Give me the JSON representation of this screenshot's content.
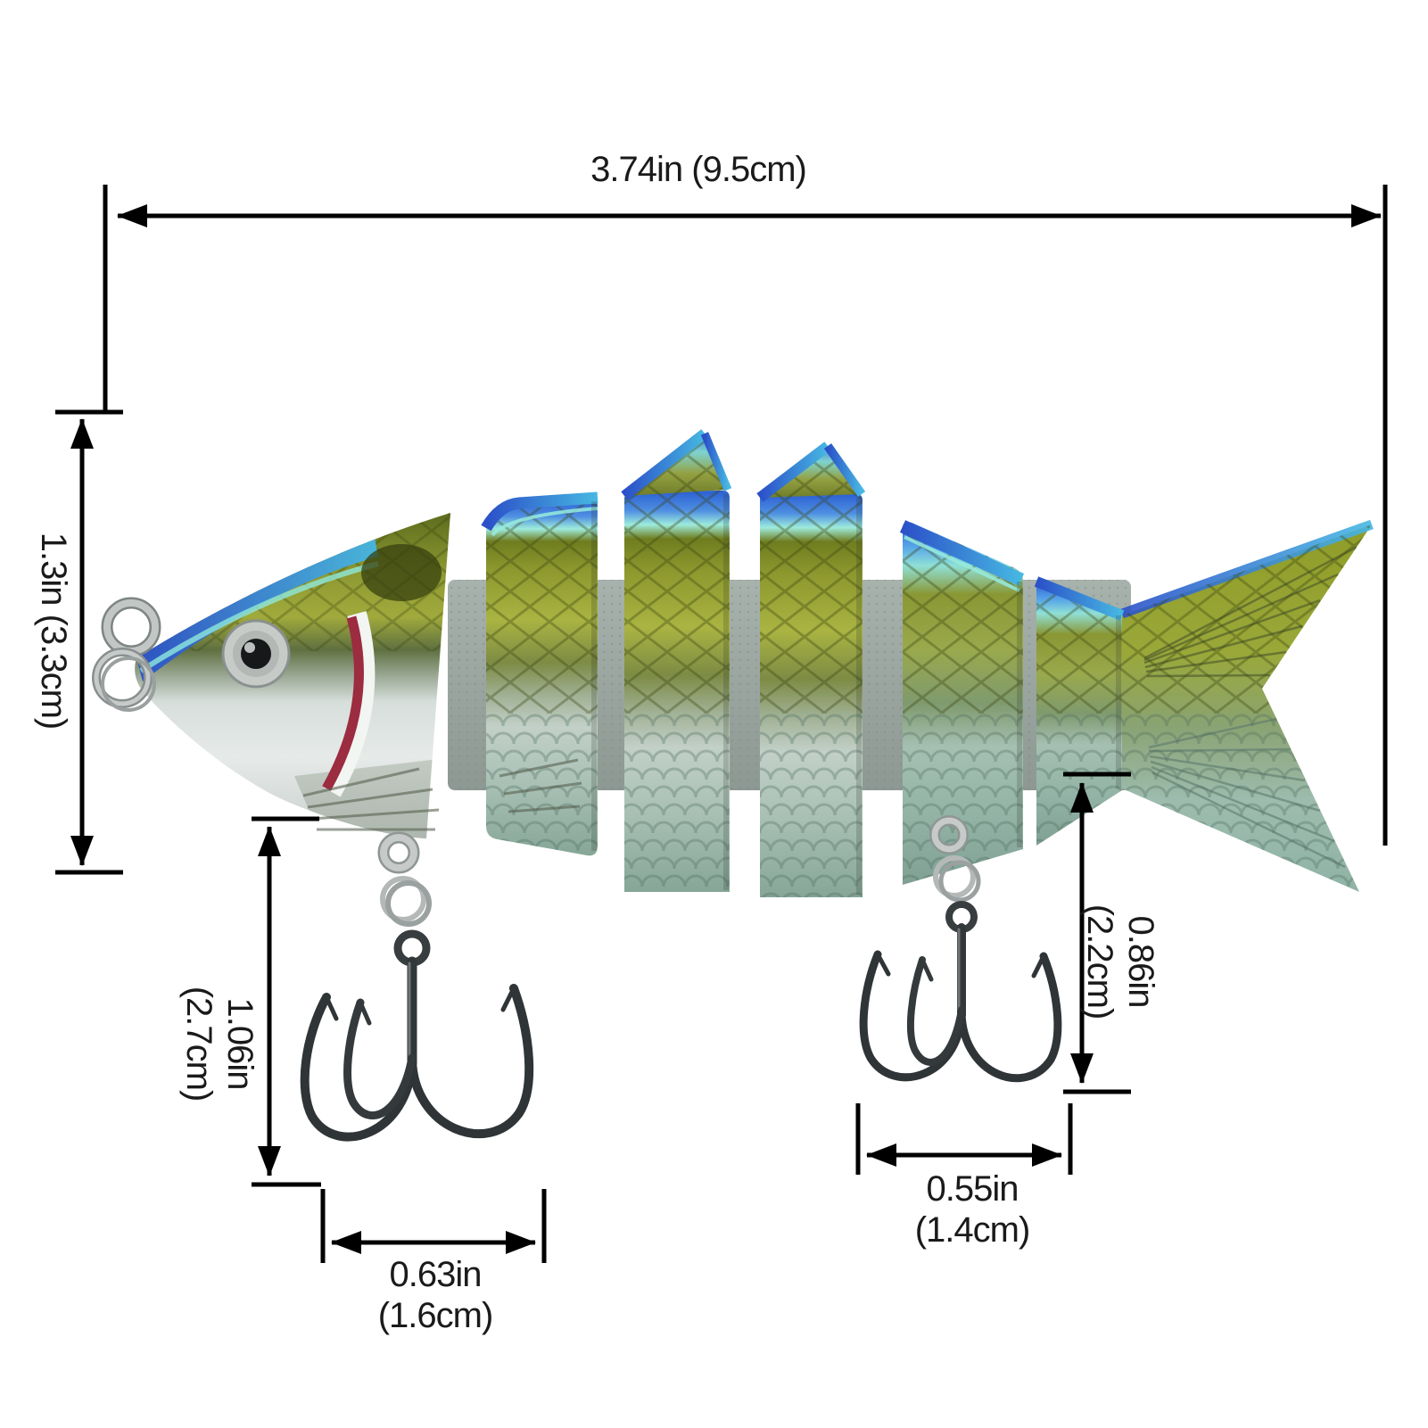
{
  "illustration": {
    "subject": "six-segment jointed swimbait fishing lure with two treble hooks",
    "parts": [
      "nose-line-tie-rings",
      "head",
      "body-segments",
      "dorsal-spikes",
      "tail-fin",
      "front-treble-hook",
      "rear-treble-hook"
    ]
  },
  "labels": {
    "overall_length": {
      "text": "3.74in (9.5cm)"
    },
    "body_height": {
      "text": "1.3in (3.3cm)"
    },
    "front_hook_drop": {
      "inches": "1.06in",
      "cm": "(2.7cm)"
    },
    "front_hook_width": {
      "inches": "0.63in",
      "cm": "(1.6cm)"
    },
    "rear_hook_drop": {
      "inches": "0.86in",
      "cm": "(2.2cm)"
    },
    "rear_hook_width": {
      "inches": "0.55in",
      "cm": "(1.4cm)"
    }
  },
  "colors": {
    "background": "#ffffff",
    "dimension_line": "#000000",
    "label_text": "#1a1a1a",
    "lure_blue_edge": "#2b5fd2",
    "lure_cyan_accent": "#97ebdd",
    "lure_olive": "#9aa538",
    "lure_silver": "#cfd8d4",
    "lure_teal": "#8fb3a5",
    "gill_red": "#9c2c40",
    "spine_gray": "#9aa5a0",
    "hook_metal": "#2f3336",
    "ring_silver": "#b7bcbb"
  }
}
